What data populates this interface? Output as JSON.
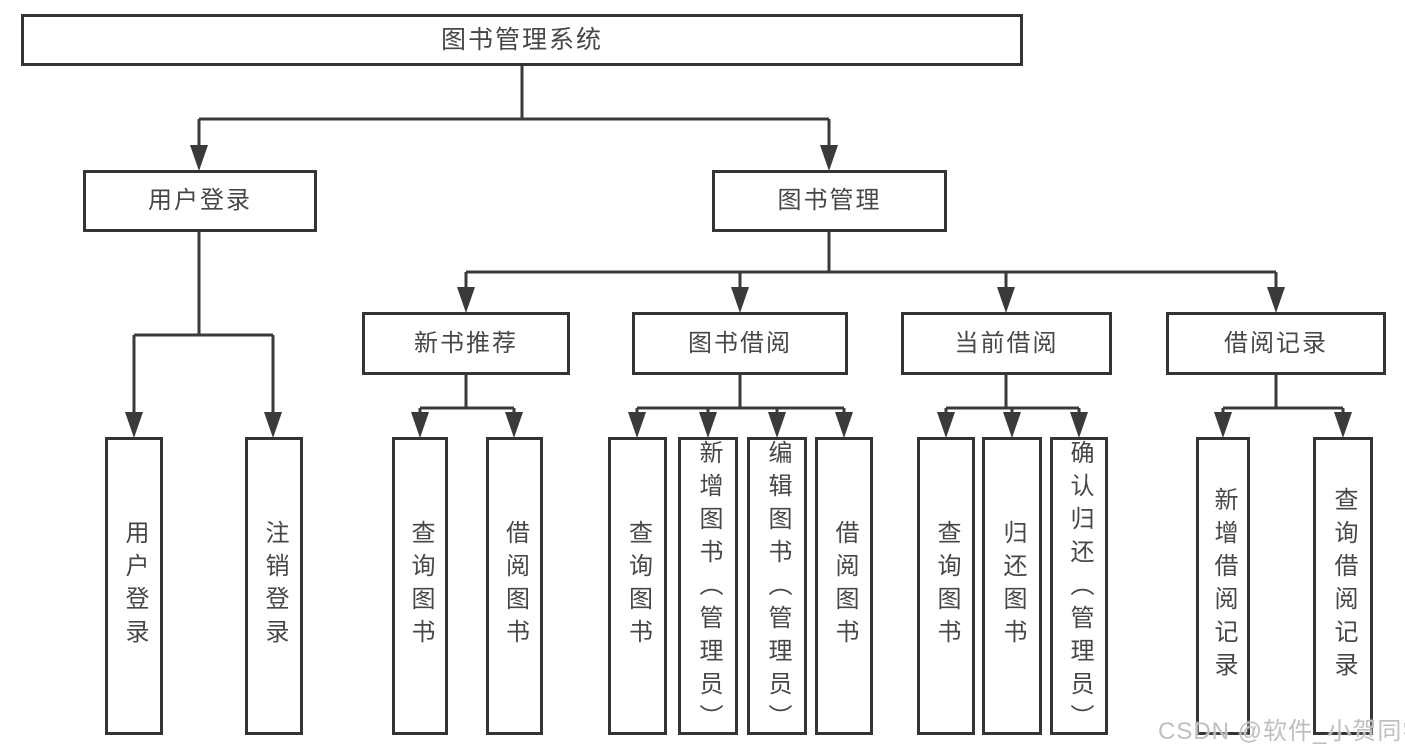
{
  "diagram": {
    "title": "图书管理系统",
    "line_color": "#3a3a3a",
    "box_border_color": "#343434",
    "text_color": "#474747",
    "watermark_color": "#bfbfbf",
    "nodes": {
      "root": "图书管理系统",
      "user_login": "用户登录",
      "book_mgmt": "图书管理",
      "new_book_rec": "新书推荐",
      "book_borrow": "图书借阅",
      "current_borrow": "当前借阅",
      "borrow_records": "借阅记录",
      "leaves_user": [
        "用户登录",
        "注销登录"
      ],
      "leaves_new_book": [
        "查询图书",
        "借阅图书"
      ],
      "leaves_borrow": [
        "查询图书",
        "新增图书（管理员）",
        "编辑图书（管理员）",
        "借阅图书"
      ],
      "leaves_current": [
        "查询图书",
        "归还图书",
        "确认归还（管理员）"
      ],
      "leaves_records": [
        "新增借阅记录",
        "查询借阅记录"
      ]
    }
  },
  "watermark": "CSDN @软件_小贺同学"
}
